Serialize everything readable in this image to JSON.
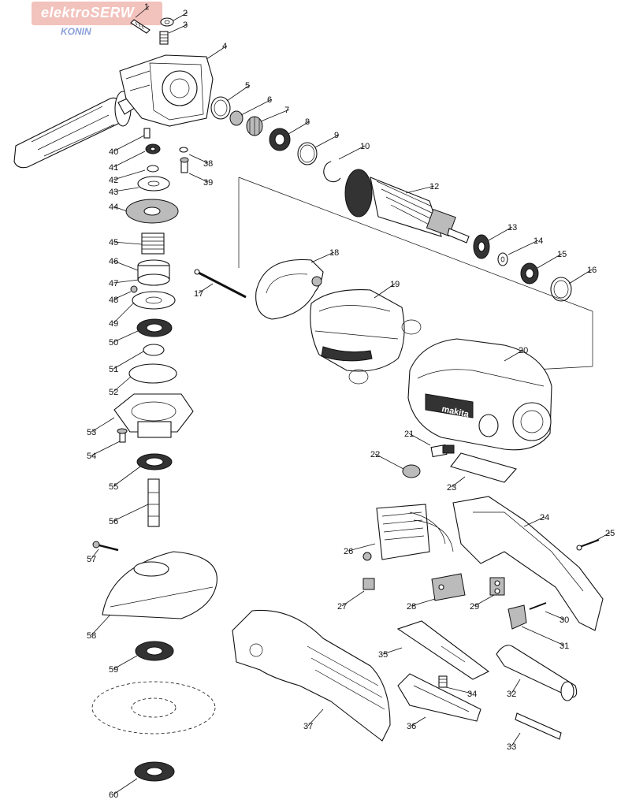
{
  "logo": {
    "main_text": "elektroSERW",
    "sub_text": "KONIN",
    "bg_color": "#f2c2bd"
  },
  "callouts": [
    {
      "id": "1",
      "label": "1"
    },
    {
      "id": "2",
      "label": "2"
    },
    {
      "id": "3",
      "label": "3"
    },
    {
      "id": "4",
      "label": "4"
    },
    {
      "id": "5",
      "label": "5"
    },
    {
      "id": "6",
      "label": "6"
    },
    {
      "id": "7",
      "label": "7"
    },
    {
      "id": "8",
      "label": "8"
    },
    {
      "id": "9",
      "label": "9"
    },
    {
      "id": "10",
      "label": "10"
    },
    {
      "id": "12",
      "label": "12"
    },
    {
      "id": "13",
      "label": "13"
    },
    {
      "id": "14",
      "label": "14"
    },
    {
      "id": "15",
      "label": "15"
    },
    {
      "id": "16",
      "label": "16"
    },
    {
      "id": "17",
      "label": "17"
    },
    {
      "id": "18",
      "label": "18"
    },
    {
      "id": "19",
      "label": "19"
    },
    {
      "id": "20",
      "label": "20"
    },
    {
      "id": "21",
      "label": "21"
    },
    {
      "id": "22",
      "label": "22"
    },
    {
      "id": "23",
      "label": "23"
    },
    {
      "id": "24",
      "label": "24"
    },
    {
      "id": "25",
      "label": "25"
    },
    {
      "id": "26",
      "label": "26"
    },
    {
      "id": "27",
      "label": "27"
    },
    {
      "id": "28",
      "label": "28"
    },
    {
      "id": "29",
      "label": "29"
    },
    {
      "id": "30",
      "label": "30"
    },
    {
      "id": "31",
      "label": "31"
    },
    {
      "id": "32",
      "label": "32"
    },
    {
      "id": "33",
      "label": "33"
    },
    {
      "id": "34",
      "label": "34"
    },
    {
      "id": "35",
      "label": "35"
    },
    {
      "id": "36",
      "label": "36"
    },
    {
      "id": "37",
      "label": "37"
    },
    {
      "id": "38",
      "label": "38"
    },
    {
      "id": "39",
      "label": "39"
    },
    {
      "id": "40",
      "label": "40"
    },
    {
      "id": "41",
      "label": "41"
    },
    {
      "id": "42",
      "label": "42"
    },
    {
      "id": "43",
      "label": "43"
    },
    {
      "id": "44",
      "label": "44"
    },
    {
      "id": "45",
      "label": "45"
    },
    {
      "id": "46",
      "label": "46"
    },
    {
      "id": "47",
      "label": "47"
    },
    {
      "id": "48",
      "label": "48"
    },
    {
      "id": "49",
      "label": "49"
    },
    {
      "id": "50",
      "label": "50"
    },
    {
      "id": "51",
      "label": "51"
    },
    {
      "id": "52",
      "label": "52"
    },
    {
      "id": "53",
      "label": "53"
    },
    {
      "id": "54",
      "label": "54"
    },
    {
      "id": "55",
      "label": "55"
    },
    {
      "id": "56",
      "label": "56"
    },
    {
      "id": "57",
      "label": "57"
    },
    {
      "id": "58",
      "label": "58"
    },
    {
      "id": "59",
      "label": "59"
    },
    {
      "id": "60",
      "label": "60"
    }
  ],
  "housing_brand_text": "makita"
}
